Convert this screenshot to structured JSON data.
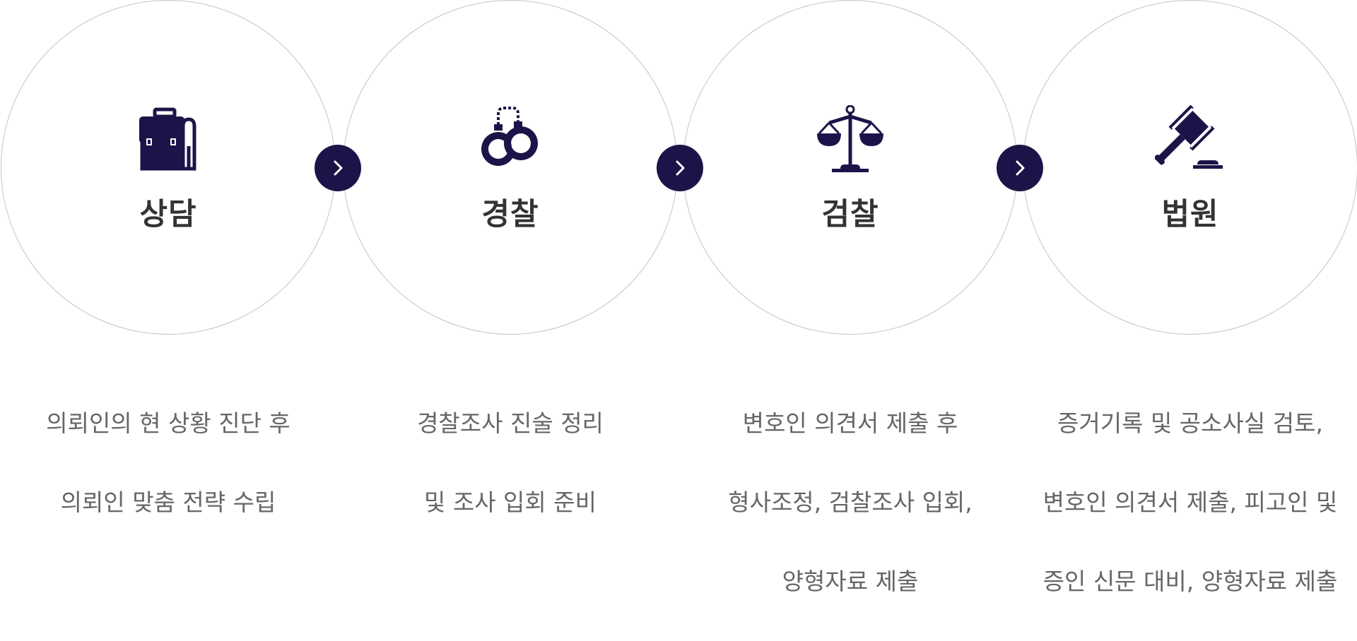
{
  "colors": {
    "accent": "#1c1448",
    "circle_border": "#c4c4c4",
    "title_text": "#333333",
    "desc_text": "#666666"
  },
  "steps": [
    {
      "icon": "briefcase-icon",
      "title": "상담",
      "desc_line1": "의뢰인의 현 상황 진단 후",
      "desc_line2": "의뢰인 맞춤 전략 수립",
      "desc_line3": ""
    },
    {
      "icon": "handcuffs-icon",
      "title": "경찰",
      "desc_line1": "경찰조사 진술 정리",
      "desc_line2": "및 조사 입회 준비",
      "desc_line3": ""
    },
    {
      "icon": "scales-icon",
      "title": "검찰",
      "desc_line1": "변호인 의견서 제출 후",
      "desc_line2": "형사조정, 검찰조사 입회,",
      "desc_line3": "양형자료 제출"
    },
    {
      "icon": "gavel-icon",
      "title": "법원",
      "desc_line1": "증거기록 및 공소사실 검토,",
      "desc_line2": "변호인 의견서 제출,  피고인 및",
      "desc_line3": "증인 신문 대비, 양형자료 제출"
    }
  ],
  "connectors": [
    {
      "icon": "chevron-right-icon"
    },
    {
      "icon": "chevron-right-icon"
    },
    {
      "icon": "chevron-right-icon"
    }
  ]
}
